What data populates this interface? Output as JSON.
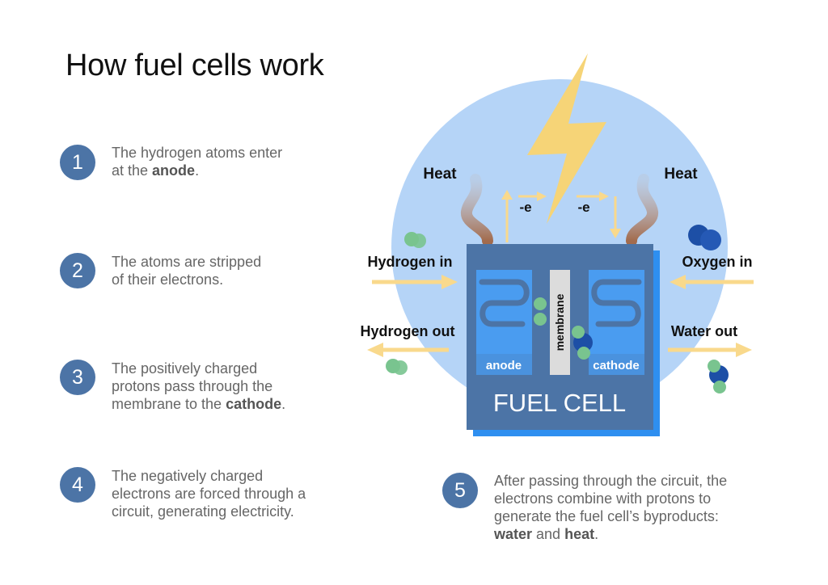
{
  "title": "How fuel cells work",
  "steps": [
    {
      "number": "1",
      "lines": [
        {
          "pre": "The hydrogen atoms enter\nat the ",
          "bold": "anode",
          "post": "."
        }
      ]
    },
    {
      "number": "2",
      "lines": [
        {
          "pre": "The atoms are stripped\nof their electrons.",
          "bold": "",
          "post": ""
        }
      ]
    },
    {
      "number": "3",
      "lines": [
        {
          "pre": "The positively charged\nprotons pass through the\nmembrane to the ",
          "bold": "cathode",
          "post": "."
        }
      ]
    },
    {
      "number": "4",
      "lines": [
        {
          "pre": "The negatively charged\nelectrons are forced through a\ncircuit, generating electricity.",
          "bold": "",
          "post": ""
        }
      ]
    },
    {
      "number": "5",
      "lines": [
        {
          "pre": "After passing through the circuit, the\nelectrons combine with protons to\ngenerate the fuel cell’s byproducts:\n",
          "bold": "water",
          "post": " and ",
          "bold2": "heat",
          "post2": "."
        }
      ]
    }
  ],
  "diagram": {
    "heat_left": "Heat",
    "heat_right": "Heat",
    "electron_left": "-e",
    "electron_right": "-e",
    "hydrogen_in": "Hydrogen in",
    "hydrogen_out": "Hydrogen out",
    "oxygen_in": "Oxygen in",
    "water_out": "Water out",
    "membrane": "membrane",
    "anode": "anode",
    "cathode": "cathode",
    "fuel_cell": "FUEL CELL"
  },
  "colors": {
    "badge": "#4c74a6",
    "circle_bg": "#b5d4f7",
    "cell_body": "#4c74a6",
    "cell_shadow": "#2e8ff0",
    "electrode": "#4a9cf0",
    "arrow": "#f9d98c",
    "bolt": "#f6d477",
    "hydrogen_atom": "#79c48f",
    "oxygen_atom": "#1d4fa6",
    "membrane": "#dcdcdc",
    "heat": "#a26b4d"
  }
}
